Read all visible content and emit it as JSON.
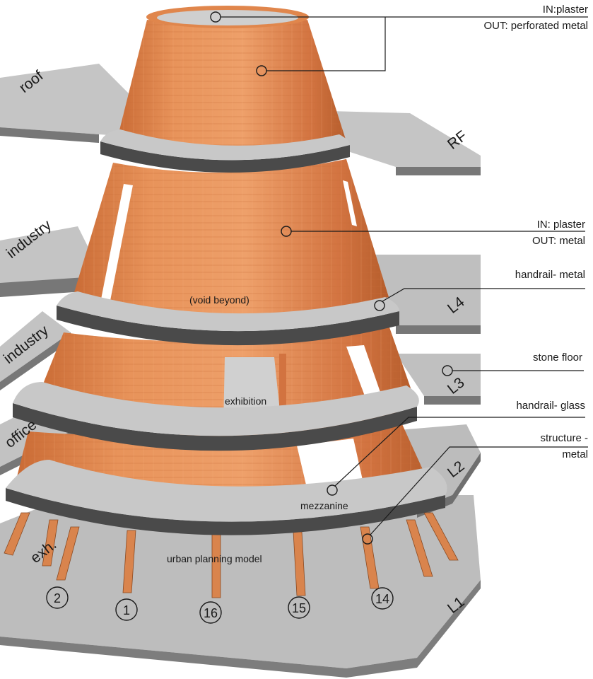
{
  "annotations": {
    "top_in": "IN:plaster",
    "top_out": "OUT: perforated metal",
    "mid_in": "IN: plaster",
    "mid_out": "OUT: metal",
    "handrail_metal": "handrail- metal",
    "stone_floor": "stone floor",
    "handrail_glass": "handrail- glass",
    "structure_line1": "structure -",
    "structure_line2": "metal"
  },
  "levels": {
    "rf": "RF",
    "l4": "L4",
    "l3": "L3",
    "l2": "L2",
    "l1": "L1"
  },
  "zones": {
    "roof": "roof",
    "industry_upper": "industry",
    "industry_lower": "industry",
    "office": "office",
    "exh": "exh."
  },
  "spaces": {
    "void_beyond": "(void beyond)",
    "exhibition": "exhibition",
    "mezzanine": "mezzanine",
    "urban_planning_model": "urban planning model"
  },
  "columns": [
    "2",
    "1",
    "16",
    "15",
    "14"
  ],
  "colors": {
    "cone_orange": "#e0864c",
    "slab_gray": "#b8b8b8",
    "ring_dark": "#4a4a4a"
  }
}
